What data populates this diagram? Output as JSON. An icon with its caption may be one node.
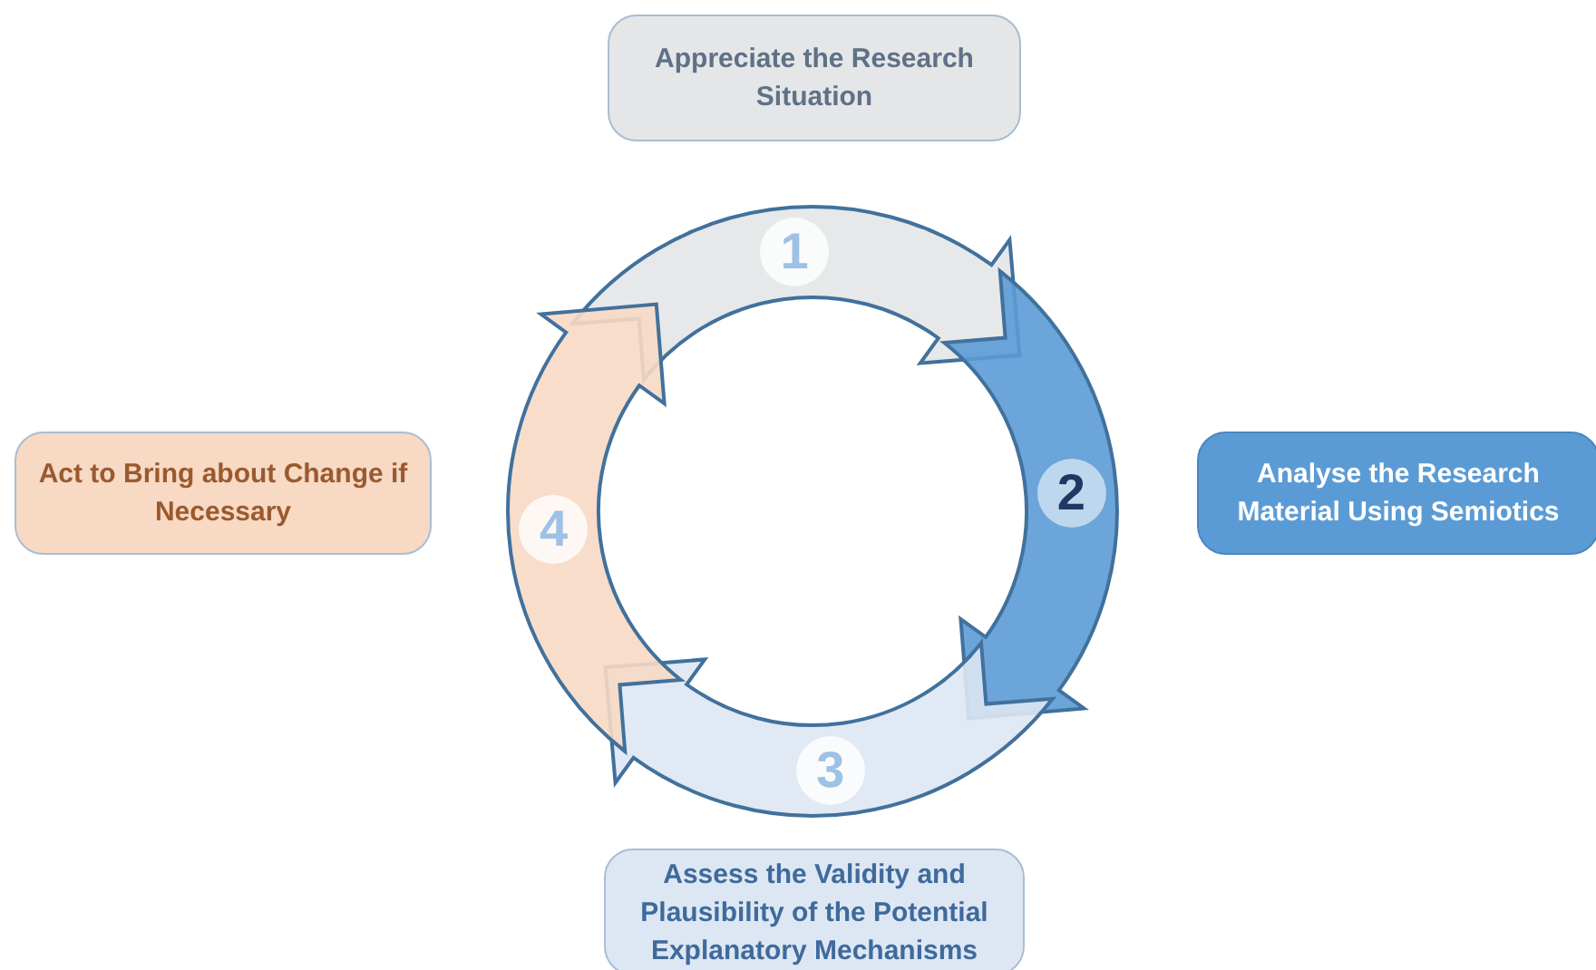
{
  "diagram": {
    "nodes": [
      {
        "text": [
          "Appreciate the Research Situation"
        ]
      },
      {
        "text": [
          "1"
        ]
      },
      {
        "text": [
          "Act to Bring about Change if Necessary"
        ]
      },
      {
        "text": [
          "4"
        ]
      },
      {
        "text": [
          "2"
        ]
      },
      {
        "text": [
          "Analyse the Research Material Using Semiotics"
        ]
      },
      {
        "text": [
          "3"
        ]
      },
      {
        "text": [
          "Assess the Validity and Plausibility of the Potential Explanatory Mechanisms"
        ]
      }
    ]
  }
}
